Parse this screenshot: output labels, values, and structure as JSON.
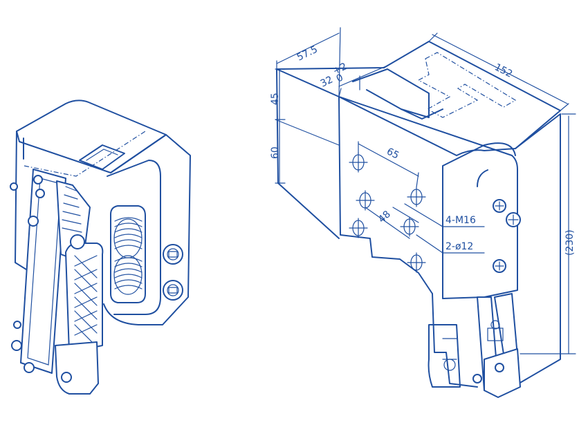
{
  "dimensions": {
    "d_57_5": "57.5",
    "d_32": "32",
    "d_32_tol_upper": "+2",
    "d_32_tol_lower": "0",
    "d_152": "152",
    "d_45": "45",
    "d_60": "60",
    "d_65": "65",
    "d_48": "48",
    "d_230": "(230)"
  },
  "callouts": {
    "threaded_holes": "4-M16",
    "through_holes": "2-ø12"
  },
  "colors": {
    "line": "#1f4fa0",
    "background": "#ffffff"
  }
}
